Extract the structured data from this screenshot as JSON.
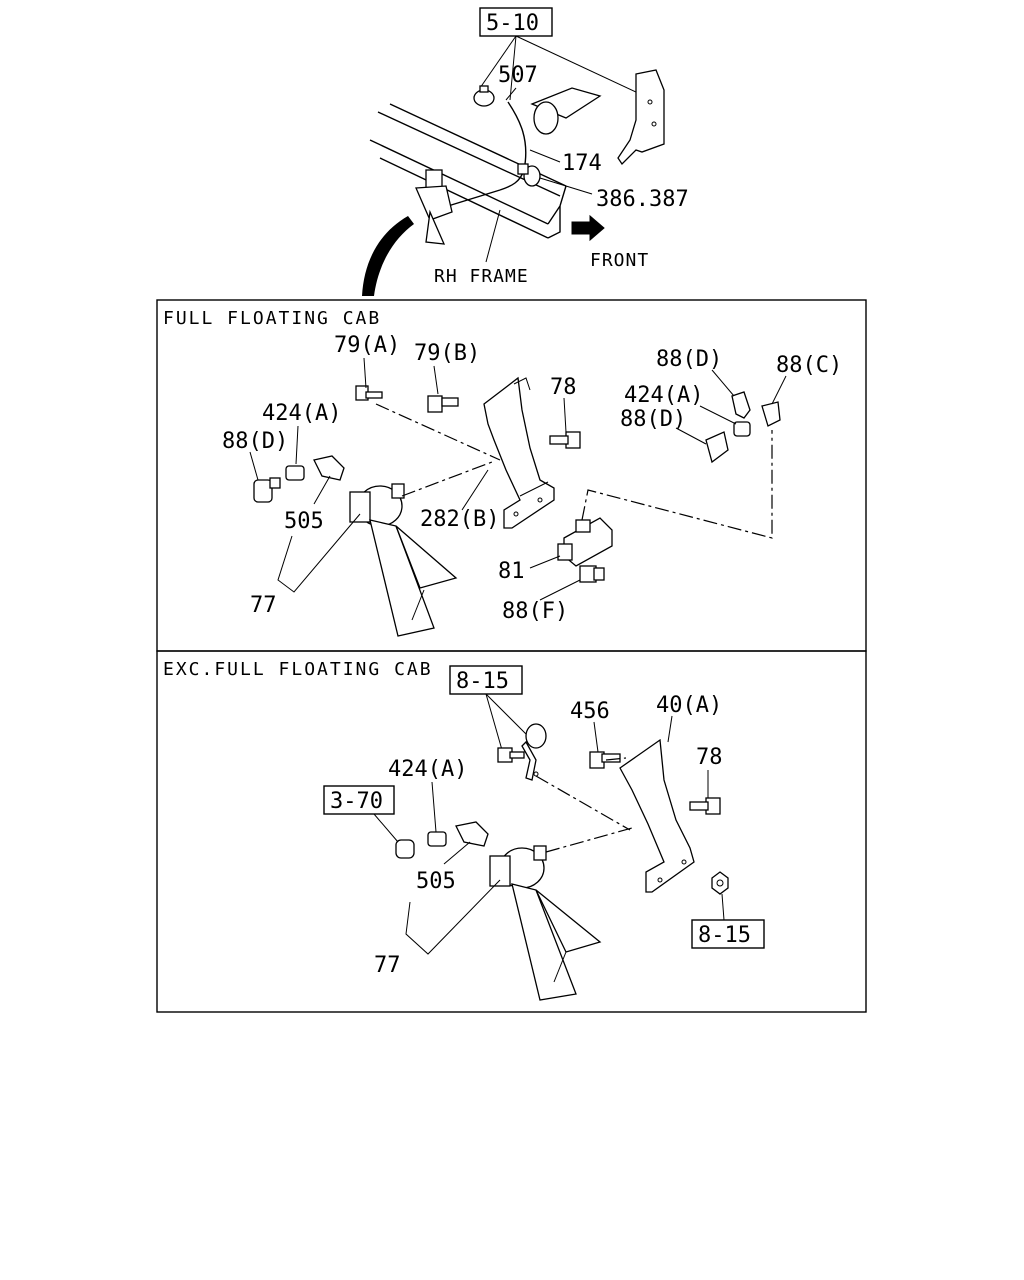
{
  "overview": {
    "ref_box": "5-10",
    "labels": {
      "p507": "507",
      "p174": "174",
      "p386": "386.387",
      "rh_frame": "RH FRAME",
      "front": "FRONT"
    }
  },
  "panel_full": {
    "title": "FULL FLOATING CAB",
    "labels": {
      "p79a": "79(A)",
      "p79b": "79(B)",
      "p78": "78",
      "p88d_top": "88(D)",
      "p88c": "88(C)",
      "p424a_right": "424(A)",
      "p88d_right": "88(D)",
      "p424a_left": "424(A)",
      "p88d_left": "88(D)",
      "p505": "505",
      "p282b": "282(B)",
      "p81": "81",
      "p77": "77",
      "p88f": "88(F)"
    }
  },
  "panel_exc": {
    "title": "EXC.FULL FLOATING CAB",
    "labels": {
      "ref815_top": "8-15",
      "p456": "456",
      "p40a": "40(A)",
      "p78": "78",
      "p424a": "424(A)",
      "ref370": "3-70",
      "p505": "505",
      "p77": "77",
      "ref815_bottom": "8-15"
    }
  }
}
